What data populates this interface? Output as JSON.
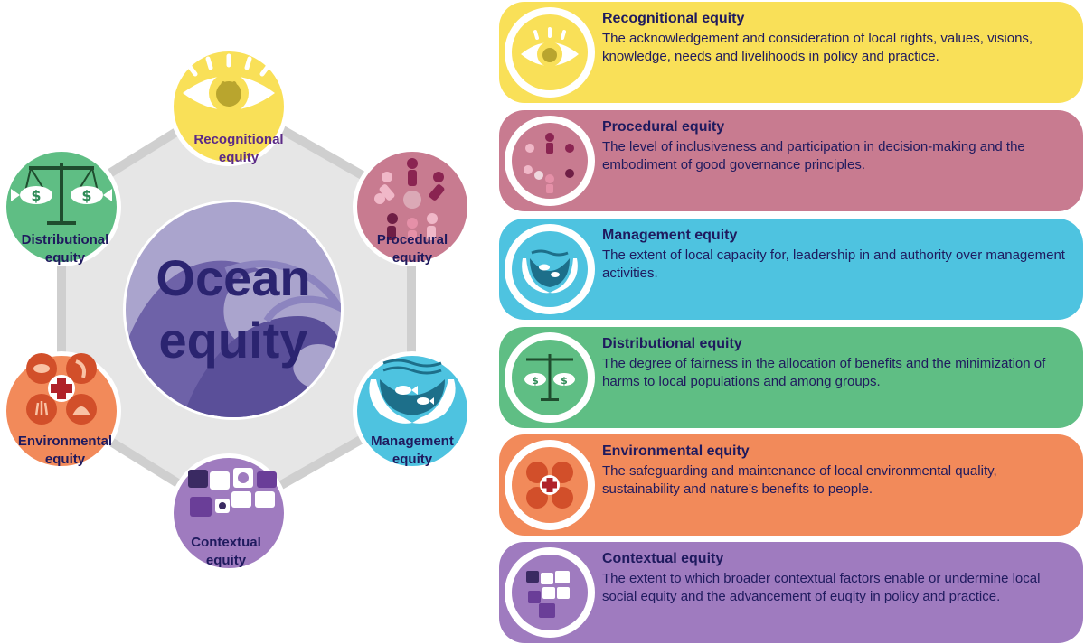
{
  "diagram": {
    "center_title_line1": "Ocean",
    "center_title_line2": "equity",
    "nodes": [
      {
        "label_line1": "Recognitional",
        "label_line2": "equity",
        "color": "#f9e058",
        "label_color": "#5b2a86"
      },
      {
        "label_line1": "Procedural",
        "label_line2": "equity",
        "color": "#c87b90",
        "label_color": "#1f1a5e"
      },
      {
        "label_line1": "Management",
        "label_line2": "equity",
        "color": "#4ec3e0",
        "label_color": "#1f1a5e"
      },
      {
        "label_line1": "Contextual",
        "label_line2": "equity",
        "color": "#9f7bbf",
        "label_color": "#1f1a5e"
      },
      {
        "label_line1": "Environmental",
        "label_line2": "equity",
        "color": "#f28a5a",
        "label_color": "#1f1a5e"
      },
      {
        "label_line1": "Distributional",
        "label_line2": "equity",
        "color": "#5fbe84",
        "label_color": "#1f1a5e"
      }
    ]
  },
  "cards": [
    {
      "title": "Recognitional equity",
      "description": "The acknowledgement and consideration of local rights, values, visions, knowledge, needs and livelihoods in policy and practice.",
      "color": "#f9e058",
      "icon": "eye-icon"
    },
    {
      "title": "Procedural equity",
      "description": "The level of inclusiveness and participation in decision-making and the embodiment of good governance principles.",
      "color": "#c87b90",
      "icon": "participation-icon"
    },
    {
      "title": "Management equity",
      "description": "The extent of local capacity for, leadership in and authority over management activities.",
      "color": "#4ec3e0",
      "icon": "hands-fish-icon"
    },
    {
      "title": "Distributional equity",
      "description": "The degree of fairness in the allocation of benefits and the minimization of harms to local populations and among groups.",
      "color": "#5fbe84",
      "icon": "scales-icon"
    },
    {
      "title": "Environmental equity",
      "description": "The safeguarding and maintenance of local environmental quality, sustainability and nature’s benefits to people.",
      "color": "#f28a5a",
      "icon": "environment-icon"
    },
    {
      "title": "Contextual equity",
      "description": "The extent to which broader contextual factors enable or undermine local social equity and the advancement of euqity in policy and practice.",
      "color": "#9f7bbf",
      "icon": "puzzle-icon"
    }
  ]
}
